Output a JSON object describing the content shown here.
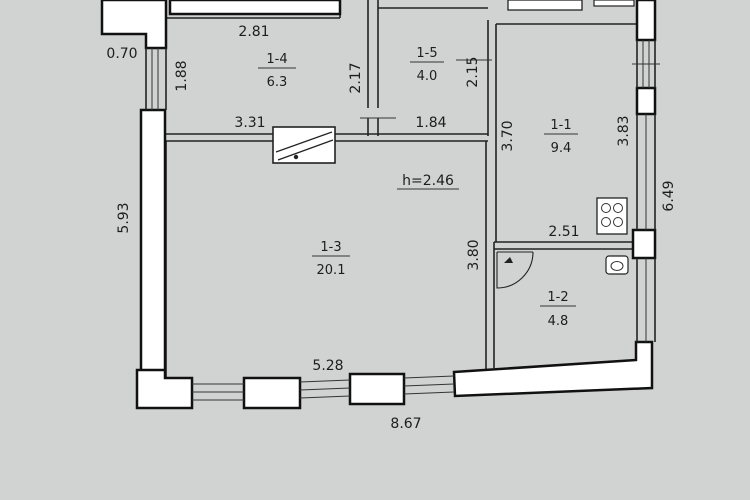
{
  "plan": {
    "rooms": [
      {
        "id": "1-4",
        "area": "6.3"
      },
      {
        "id": "1-5",
        "area": "4.0"
      },
      {
        "id": "1-1",
        "area": "9.4"
      },
      {
        "id": "1-3",
        "area": "20.1"
      },
      {
        "id": "1-2",
        "area": "4.8"
      }
    ],
    "height_label": "h=2.46",
    "dims": {
      "d281": "2.81",
      "d070": "0.70",
      "d188": "1.88",
      "d217": "2.17",
      "d215": "2.15",
      "d331": "3.31",
      "d184": "1.84",
      "d370": "3.70",
      "d383": "3.83",
      "d649": "6.49",
      "d593": "5.93",
      "d380": "3.80",
      "d251": "2.51",
      "d528": "5.28",
      "d867": "8.67"
    }
  }
}
